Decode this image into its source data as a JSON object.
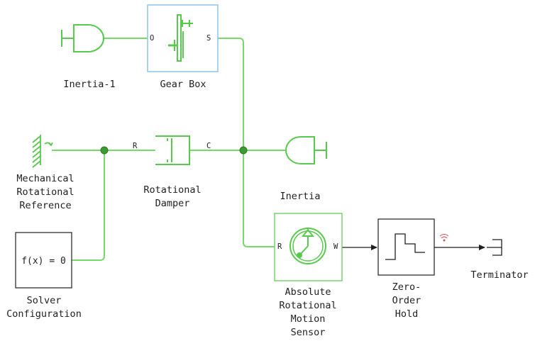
{
  "colors": {
    "connection": "#77d86b",
    "block_stroke": "#58c94e",
    "node": "#3d9a33",
    "signal": "#1f1f1f",
    "gearbox_border": "#8ec6e8"
  },
  "blocks": {
    "inertia1": {
      "label": "Inertia-1",
      "icon": "inertia-icon"
    },
    "gearbox": {
      "label": "Gear Box",
      "port_left": "O",
      "port_right": "S",
      "icon": "gearbox-icon"
    },
    "mech_ref": {
      "label": "Mechanical\nRotational\nReference",
      "icon": "ground-reference-icon"
    },
    "damper": {
      "label": "Rotational\nDamper",
      "port_left": "R",
      "port_right": "C",
      "icon": "damper-icon"
    },
    "inertia": {
      "label": "Inertia",
      "icon": "inertia-icon"
    },
    "solver": {
      "label": "Solver\nConfiguration",
      "text": "f(x) = 0"
    },
    "sensor": {
      "label": "Absolute\nRotational\nMotion\nSensor",
      "port_left": "R",
      "port_right": "W",
      "icon": "motion-sensor-icon"
    },
    "zoh": {
      "label": "Zero-\nOrder\nHold",
      "icon": "staircase-icon"
    },
    "terminator": {
      "label": "Terminator",
      "icon": "terminator-icon"
    }
  }
}
